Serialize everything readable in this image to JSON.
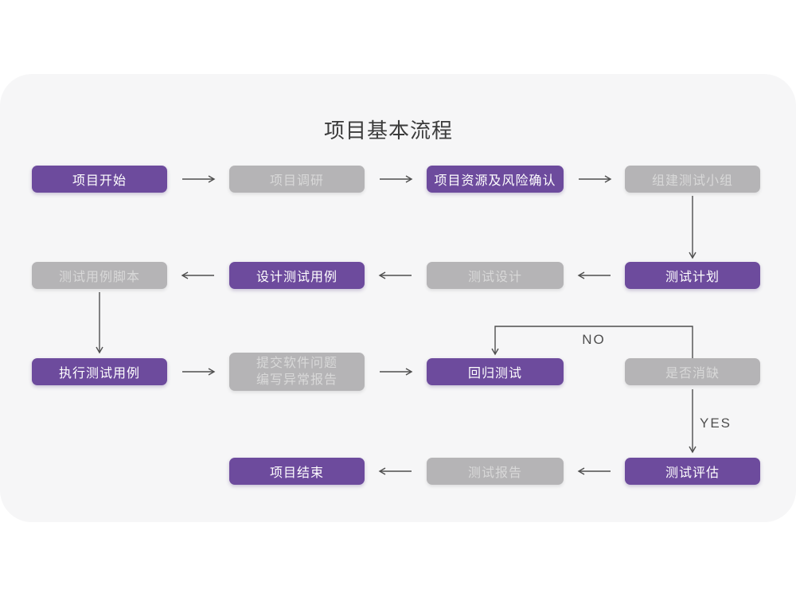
{
  "page": {
    "title": "项目基本流程"
  },
  "colors": {
    "purple": "#6d4b9d",
    "purple_text": "#ffffff",
    "gray": "#b5b4b6",
    "gray_text": "#d8d8d8",
    "card_bg": "#f6f6f7",
    "page_bg": "#ffffff",
    "arrow": "#4f4f4f",
    "title_text": "#3b3b3b"
  },
  "flowchart": {
    "nodes": [
      {
        "id": "project-start",
        "label": "项目开始",
        "variant": "purple"
      },
      {
        "id": "project-research",
        "label": "项目调研",
        "variant": "gray"
      },
      {
        "id": "resource-risk-confirm",
        "label": "项目资源及风险确认",
        "variant": "purple"
      },
      {
        "id": "build-test-team",
        "label": "组建测试小组",
        "variant": "gray"
      },
      {
        "id": "test-case-script",
        "label": "测试用例脚本",
        "variant": "gray"
      },
      {
        "id": "design-test-case",
        "label": "设计测试用例",
        "variant": "purple"
      },
      {
        "id": "test-design",
        "label": "测试设计",
        "variant": "gray"
      },
      {
        "id": "test-plan",
        "label": "测试计划",
        "variant": "purple"
      },
      {
        "id": "execute-test-case",
        "label": "执行测试用例",
        "variant": "purple"
      },
      {
        "id": "submit-issue-report",
        "lines": [
          "提交软件问题",
          "编写异常报告"
        ],
        "variant": "gray"
      },
      {
        "id": "regression-test",
        "label": "回归测试",
        "variant": "purple"
      },
      {
        "id": "defect-cleared",
        "label": "是否消缺",
        "variant": "gray"
      },
      {
        "id": "test-evaluation",
        "label": "测试评估",
        "variant": "purple"
      },
      {
        "id": "test-report",
        "label": "测试报告",
        "variant": "gray"
      },
      {
        "id": "project-end",
        "label": "项目结束",
        "variant": "purple"
      }
    ],
    "decision_labels": {
      "no": "NO",
      "yes": "YES"
    }
  }
}
